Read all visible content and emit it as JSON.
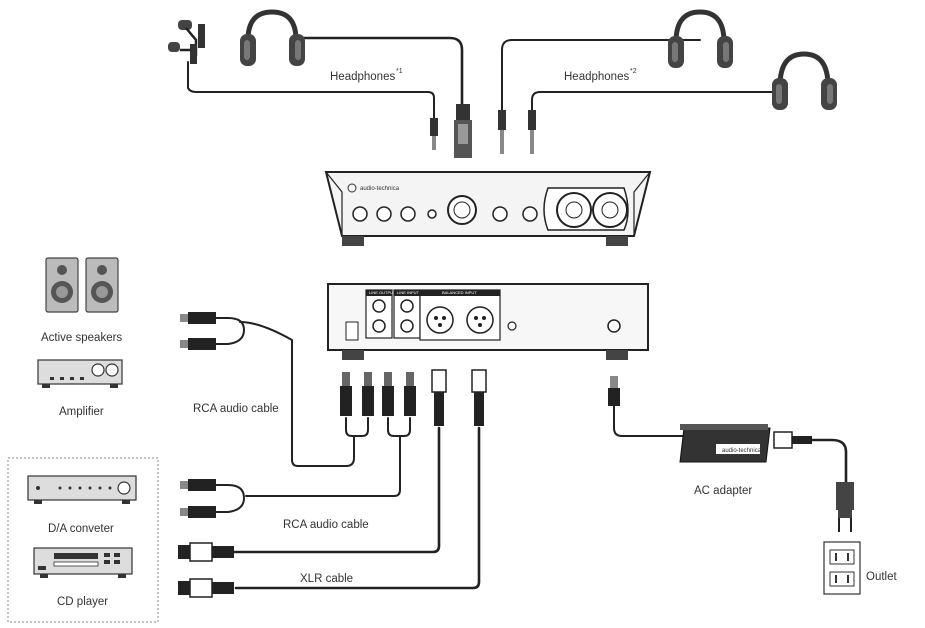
{
  "labels": {
    "headphones_1": "Headphones",
    "headphones_1_mark": "*1",
    "headphones_2": "Headphones",
    "headphones_2_mark": "*2",
    "active_speakers": "Active speakers",
    "amplifier": "Amplifier",
    "rca_cable_top": "RCA audio cable",
    "rca_cable_bottom": "RCA audio cable",
    "xlr_cable": "XLR cable",
    "da_converter": "D/A conveter",
    "cd_player": "CD player",
    "ac_adapter": "AC adapter",
    "outlet": "Outlet",
    "brand": "audio-technica"
  }
}
